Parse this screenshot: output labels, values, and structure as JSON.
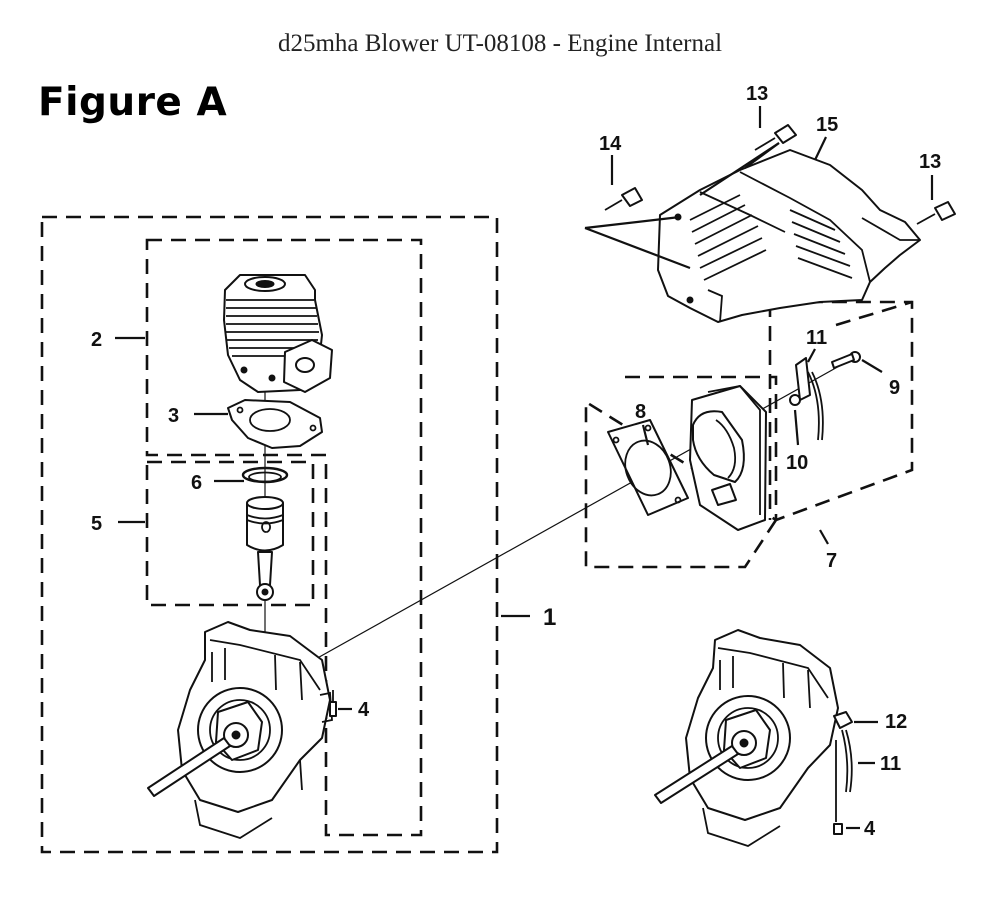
{
  "title": "d25mha Blower UT-08108 - Engine Internal",
  "figure_label": "Figure A",
  "callouts": {
    "c1": "1",
    "c2": "2",
    "c3": "3",
    "c4a": "4",
    "c4b": "4",
    "c5": "5",
    "c6": "6",
    "c7": "7",
    "c8": "8",
    "c9": "9",
    "c10": "10",
    "c11a": "11",
    "c11b": "11",
    "c12": "12",
    "c13a": "13",
    "c13b": "13",
    "c14": "14",
    "c15": "15"
  }
}
